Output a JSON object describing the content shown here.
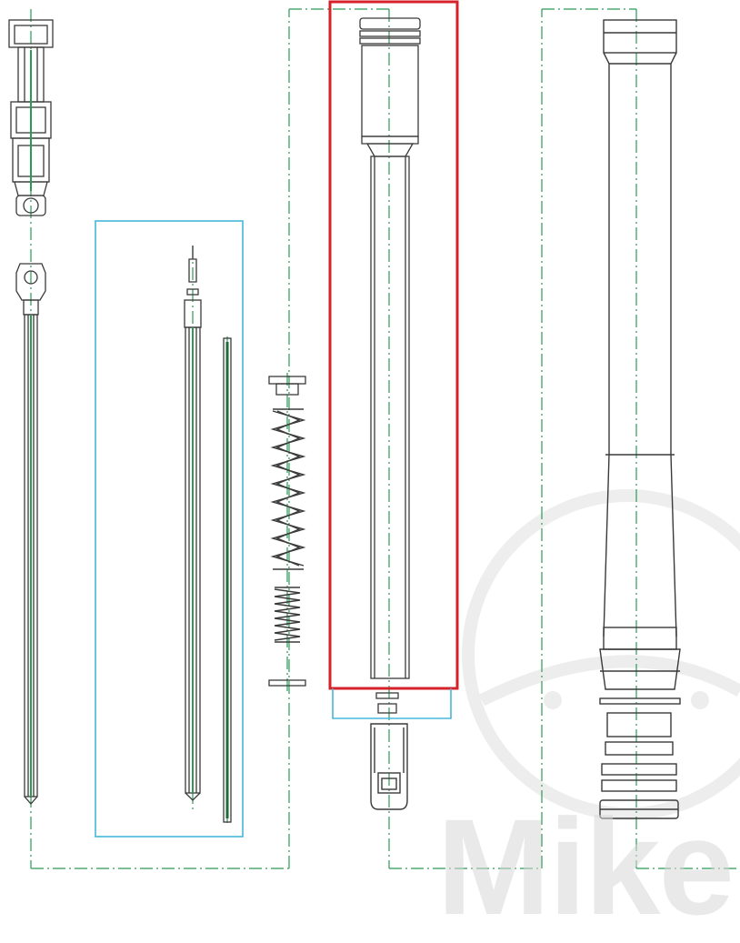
{
  "diagram": {
    "kind": "exploded-parts-drawing",
    "subject": "fork-cartridge",
    "highlighted_part": "outer-tube",
    "colors": {
      "line": "#3a3a3a",
      "centerline": "#2a9a55",
      "highlight_box": "#d6202a",
      "group_box": "#45b8d8",
      "watermark": "#d8d8d8",
      "background": "#ffffff"
    }
  },
  "watermark": {
    "text": "Mike"
  }
}
